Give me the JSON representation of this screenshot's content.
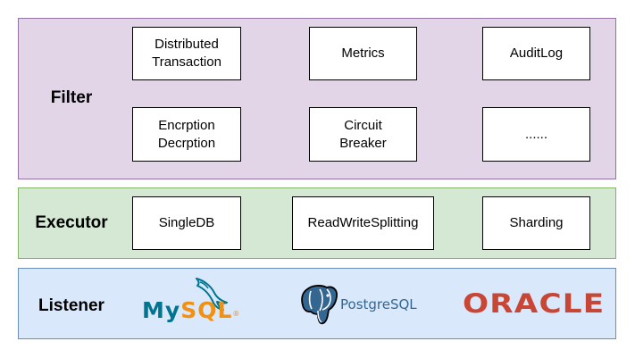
{
  "layers": {
    "filter": {
      "title": "Filter",
      "boxes": [
        "Distributed\nTransaction",
        "Metrics",
        "AuditLog",
        "Encrption\nDecrption",
        "Circuit\nBreaker",
        "......"
      ]
    },
    "executor": {
      "title": "Executor",
      "boxes": [
        "SingleDB",
        "ReadWriteSplitting",
        "Sharding"
      ]
    },
    "listener": {
      "title": "Listener",
      "logos": {
        "mysql": {
          "text_my": "My",
          "text_sql": "SQL",
          "mark": "®"
        },
        "postgresql": {
          "text": "PostgreSQL"
        },
        "oracle": {
          "text": "ORACLE"
        }
      }
    }
  },
  "colors": {
    "filter_fill": "#e1d5e7",
    "filter_border": "#9673a6",
    "executor_fill": "#d5e8d4",
    "executor_border": "#82b366",
    "listener_fill": "#dae8fc",
    "listener_border": "#6c8ebf",
    "mysql_blue": "#00758f",
    "mysql_orange": "#f29111",
    "oracle_red": "#c74634"
  }
}
